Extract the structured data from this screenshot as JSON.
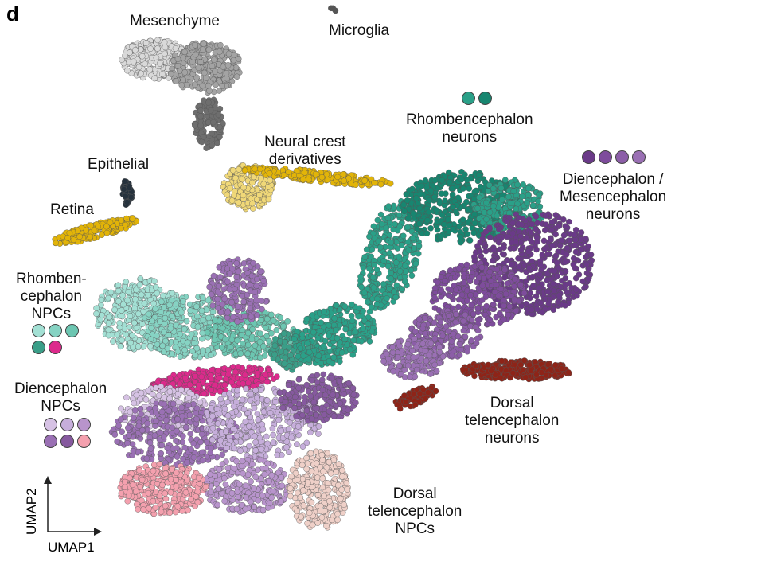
{
  "panel_label": "d",
  "chart_data": {
    "type": "scatter",
    "title": "",
    "xlabel": "UMAP1",
    "ylabel": "UMAP2",
    "clusters": [
      {
        "name": "Mesenchyme",
        "colors": [
          "#d9d9d9",
          "#a3a3a3",
          "#6e6e6e"
        ]
      },
      {
        "name": "Microglia",
        "colors": [
          "#555555"
        ]
      },
      {
        "name": "Neural crest derivatives",
        "colors": [
          "#f0d878",
          "#e2b408"
        ]
      },
      {
        "name": "Epithelial",
        "colors": [
          "#26323d"
        ]
      },
      {
        "name": "Retina",
        "colors": [
          "#e2b408"
        ]
      },
      {
        "name": "Rhombencephalon NPCs",
        "colors": [
          "#a3e0d4",
          "#86d3c3",
          "#6cc6b1",
          "#3a9e88",
          "#dc2a8c"
        ]
      },
      {
        "name": "Rhombencephalon neurons",
        "colors": [
          "#2aa088",
          "#178670"
        ]
      },
      {
        "name": "Diencephalon / Mesencephalon neurons",
        "colors": [
          "#6a3a88",
          "#7e4c9c",
          "#8c5ea8",
          "#9a70b4"
        ]
      },
      {
        "name": "Diencephalon NPCs",
        "colors": [
          "#d6c2e4",
          "#c6aedb",
          "#b894cc",
          "#9a70b4",
          "#86599f",
          "#f4a0ae"
        ]
      },
      {
        "name": "Dorsal telencephalon neurons",
        "colors": [
          "#8e2418"
        ]
      },
      {
        "name": "Dorsal telencephalon NPCs",
        "colors": [
          "#efd0c8"
        ]
      }
    ]
  },
  "labels": {
    "mesenchyme": "Mesenchyme",
    "microglia": "Microglia",
    "neural_crest": [
      "Neural crest",
      "derivatives"
    ],
    "epithelial": "Epithelial",
    "retina": "Retina",
    "rhomb_neurons": [
      "Rhombencephalon",
      "neurons"
    ],
    "dien_neurons": [
      "Diencephalon /",
      "Mesencephalon",
      "neurons"
    ],
    "rhomb_npcs": [
      "Rhomben-",
      "cephalon",
      "NPCs"
    ],
    "dien_npcs": [
      "Diencephalon",
      "NPCs"
    ],
    "dt_neurons": [
      "Dorsal",
      "telencephalon",
      "neurons"
    ],
    "dt_npcs": [
      "Dorsal",
      "telencephalon",
      "NPCs"
    ]
  },
  "legend_dots": {
    "rhomb_neurons": [
      "#2aa088",
      "#178670"
    ],
    "dien_neurons": [
      "#6a3a88",
      "#7e4c9c",
      "#8c5ea8",
      "#9a70b4"
    ],
    "rhomb_npcs": [
      "#a3e0d4",
      "#86d3c3",
      "#6cc6b1",
      "#3a9e88",
      "#dc2a8c"
    ],
    "dien_npcs": [
      "#d6c2e4",
      "#c6aedb",
      "#b894cc",
      "#9a70b4",
      "#86599f",
      "#f4a0ae"
    ]
  }
}
